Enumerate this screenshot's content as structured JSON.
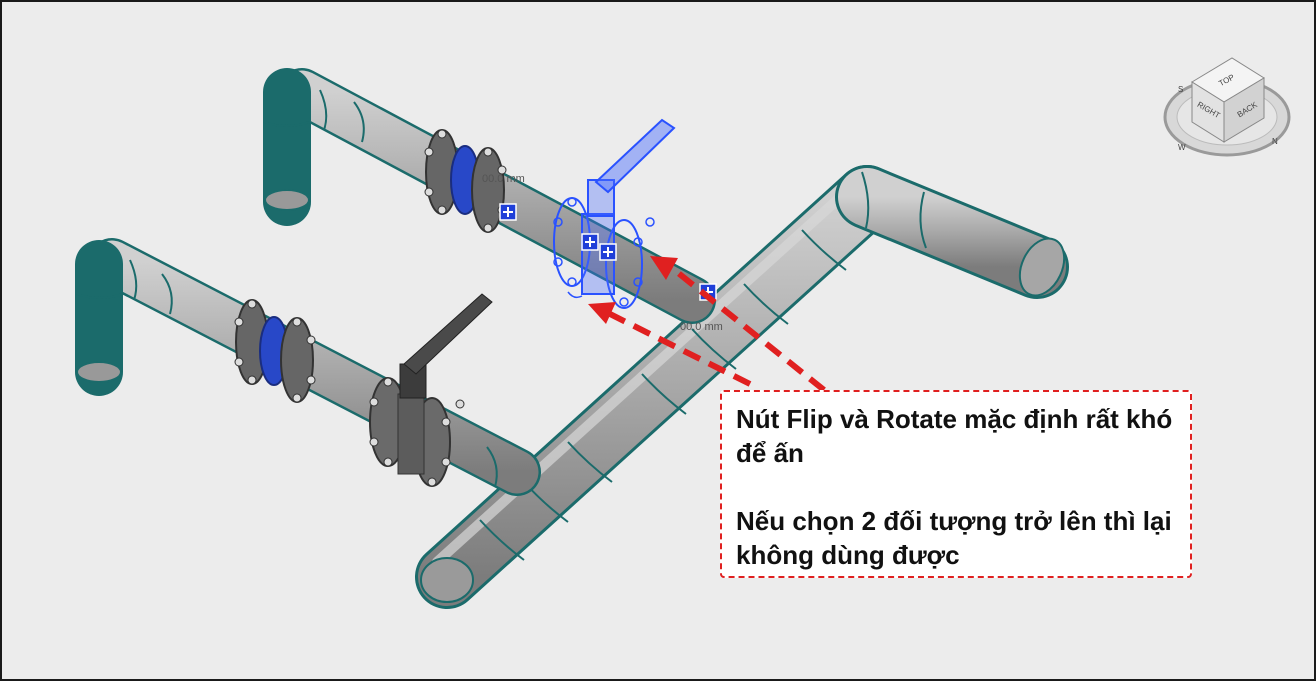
{
  "viewport": {
    "dimension_label_top": "00.0 mm",
    "dimension_label_bottom": "00.0 mm"
  },
  "view_cube": {
    "face_top": "TOP",
    "face_right": "RIGHT",
    "face_back": "BACK",
    "compass_s": "S",
    "compass_n": "N",
    "compass_w": "W"
  },
  "callout": {
    "line1": "Nút Flip và Rotate mặc định rất khó để ấn",
    "line2": "Nếu chọn 2 đối tượng trở lên thì lại không dùng được"
  },
  "colors": {
    "background": "#ececec",
    "pipe": "#b4b4b4",
    "pipe_edge": "#1b6b6b",
    "selection": "#2a52ff",
    "arrow": "#e02020",
    "handle": "#000000"
  }
}
